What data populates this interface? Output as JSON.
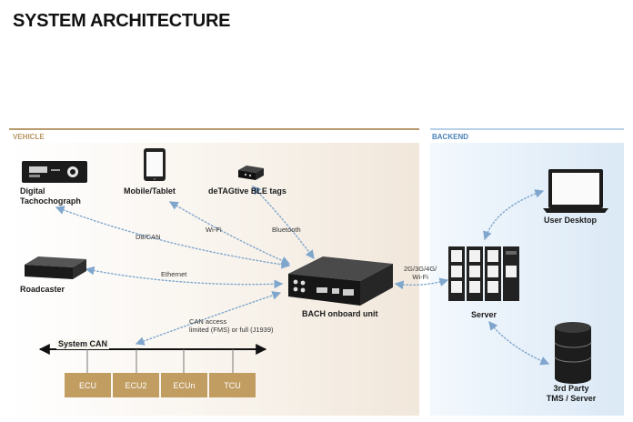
{
  "title": "SYSTEM ARCHITECTURE",
  "sections": {
    "vehicle": "VEHICLE",
    "backend": "BACKEND"
  },
  "devices": {
    "tachograph": [
      "Digital",
      "Tachochograph"
    ],
    "mobile": "Mobile/Tablet",
    "ble": "deTAGtive BLE tags",
    "roadcaster": "Roadcaster",
    "bach": "BACH onboard unit",
    "server": "Server",
    "desktop": "User Desktop",
    "tms": [
      "3rd Party",
      "TMS / Server"
    ]
  },
  "connections": {
    "db_can": "D8/CAN",
    "wifi": "Wi-Fi",
    "bluetooth": "Bluetooth",
    "ethernet": "Ethernet",
    "can_access": [
      "CAN access",
      "limited (FMS) or full (J1939)"
    ],
    "cellular": [
      "2G/3G/4G/",
      "Wi-Fi"
    ]
  },
  "system_can": "System CAN",
  "ecus": [
    "ECU",
    "ECU2",
    "ECUn",
    "TCU"
  ],
  "colors": {
    "vehicle_accent": "#b59564",
    "backend_accent": "#4a82b9",
    "ecu_fill": "#c19d62",
    "arrow": "#7fa6cc"
  }
}
